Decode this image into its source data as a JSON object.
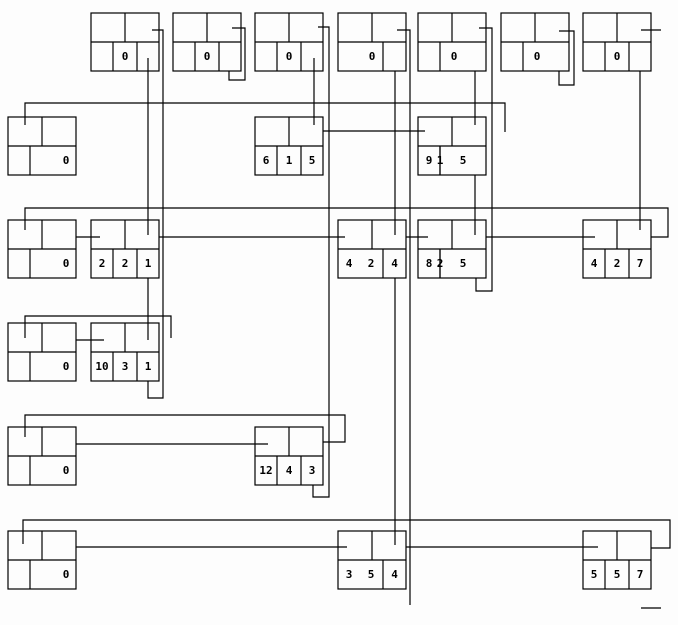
{
  "diagram": {
    "type": "orthogonal sparse matrix linked list",
    "column_headers": [
      {
        "id": "col1",
        "value": "0"
      },
      {
        "id": "col2",
        "value": "0"
      },
      {
        "id": "col3",
        "value": "0"
      },
      {
        "id": "col4",
        "value": "0"
      },
      {
        "id": "col5",
        "value": "0"
      },
      {
        "id": "col6",
        "value": "0"
      },
      {
        "id": "col7",
        "value": "0"
      }
    ],
    "row_headers": [
      {
        "id": "row1",
        "value": "0"
      },
      {
        "id": "row2",
        "value": "0"
      },
      {
        "id": "row3",
        "value": "0"
      },
      {
        "id": "row4",
        "value": "0"
      },
      {
        "id": "row5",
        "value": "0"
      }
    ],
    "nodes": [
      {
        "id": "n615",
        "row": "6",
        "col": "1",
        "val": "5"
      },
      {
        "id": "n915",
        "row": "9",
        "col": "1",
        "val": "5"
      },
      {
        "id": "n221",
        "row": "2",
        "col": "2",
        "val": "1"
      },
      {
        "id": "n424",
        "row": "4",
        "col": "2",
        "val": "4"
      },
      {
        "id": "n825",
        "row": "8",
        "col": "2",
        "val": "5"
      },
      {
        "id": "n427",
        "row": "4",
        "col": "2",
        "val": "7"
      },
      {
        "id": "n1031",
        "row": "10",
        "col": "3",
        "val": "1"
      },
      {
        "id": "n1243",
        "row": "12",
        "col": "4",
        "val": "3"
      },
      {
        "id": "n354",
        "row": "3",
        "col": "5",
        "val": "4"
      },
      {
        "id": "n557",
        "row": "5",
        "col": "5",
        "val": "7"
      }
    ]
  }
}
